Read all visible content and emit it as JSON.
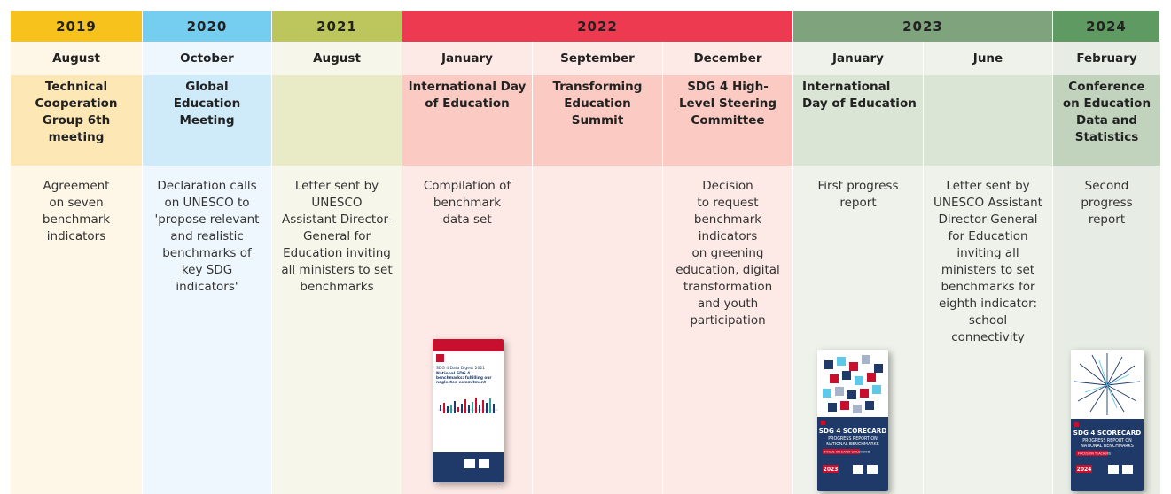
{
  "years": [
    {
      "label": "2019",
      "color": "#f8c21c"
    },
    {
      "label": "2020",
      "color": "#75cdf0"
    },
    {
      "label": "2021",
      "color": "#bcc65c"
    },
    {
      "label": "2022",
      "color": "#ee3a50"
    },
    {
      "label": "2023",
      "color": "#7ea37d"
    },
    {
      "label": "2024",
      "color": "#5f9a62"
    }
  ],
  "columns": [
    {
      "month": "August",
      "event": "Technical Cooperation Group 6th meeting",
      "description": "Agreement\non seven\nbenchmark\nindicators",
      "month_bg": "#fef6e6",
      "event_bg": "#fde7b4",
      "body_bg": "#fef6e6"
    },
    {
      "month": "October",
      "event": "Global Education Meeting",
      "description": "Declaration calls\non UNESCO to\n'propose relevant\nand realistic\nbenchmarks of\nkey SDG\nindicators'",
      "month_bg": "#eef7fd",
      "event_bg": "#cfeaf8",
      "body_bg": "#eef7fd"
    },
    {
      "month": "August",
      "event": "",
      "description": "Letter sent by\nUNESCO\nAssistant Director-\nGeneral for\nEducation inviting\nall ministers to set\nbenchmarks",
      "month_bg": "#f6f7ea",
      "event_bg": "#e8ebc6",
      "body_bg": "#f6f7ea"
    },
    {
      "month": "January",
      "event": "International Day of Education",
      "description": "Compilation of\nbenchmark\ndata set",
      "month_bg": "#fde9e5",
      "event_bg": "#fbcbc3",
      "body_bg": "#fde9e5"
    },
    {
      "month": "September",
      "event": "Transforming Education Summit",
      "description": "",
      "month_bg": "#fde9e5",
      "event_bg": "#fbcbc3",
      "body_bg": "#fde9e5"
    },
    {
      "month": "December",
      "event": "SDG 4 High-Level Steering Committee",
      "description": "Decision\nto request\nbenchmark\nindicators\non greening\neducation, digital\ntransformation\nand youth\nparticipation",
      "month_bg": "#fde9e5",
      "event_bg": "#fbcbc3",
      "body_bg": "#fde9e5"
    },
    {
      "month": "January",
      "event": "International Day of Education",
      "description": "First progress\nreport",
      "month_bg": "#eef2ea",
      "event_bg": "#dbe5d6",
      "body_bg": "#eef2ea"
    },
    {
      "month": "June",
      "event": "",
      "description": "Letter sent by\nUNESCO Assistant\nDirector-General\nfor Education\ninviting all\nministers to set\nbenchmarks for\neighth indicator:\nschool\nconnectivity",
      "month_bg": "#eef2ea",
      "event_bg": "#dbe5d6",
      "body_bg": "#eef2ea"
    },
    {
      "month": "February",
      "event": "Conference on Education Data and Statistics",
      "description": "Second progress\nreport",
      "month_bg": "#e7ede4",
      "event_bg": "#c1d3bd",
      "body_bg": "#e7ede4"
    }
  ],
  "covers": {
    "digest": {
      "line1": "SDG 4 Data Digest 2021",
      "line2": "National SDG 4",
      "line3": "benchmarks: fulfilling our",
      "line4": "neglected commitment"
    },
    "scorecard_2023": {
      "title": "SDG 4 SCORECARD",
      "sub1": "PROGRESS REPORT ON",
      "sub2": "NATIONAL BENCHMARKS",
      "focus": "FOCUS ON EARLY CHILDHOOD",
      "year": "2023"
    },
    "scorecard_2024": {
      "title": "SDG 4 SCORECARD",
      "sub1": "PROGRESS REPORT ON",
      "sub2": "NATIONAL BENCHMARKS",
      "focus": "FOCUS ON TEACHERS",
      "year": "2024"
    }
  }
}
